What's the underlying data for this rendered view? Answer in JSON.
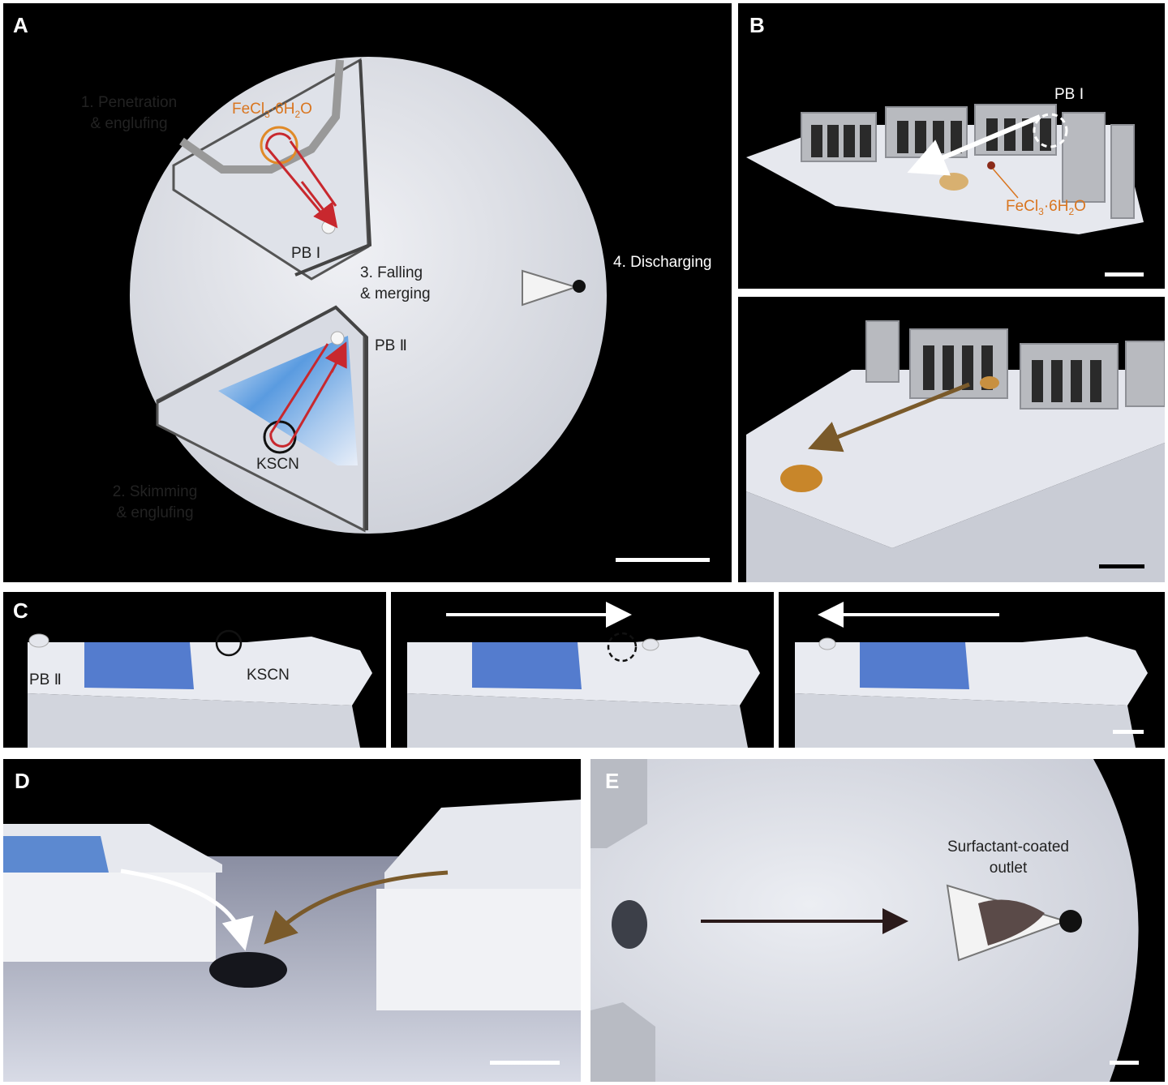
{
  "panels": {
    "A": {
      "label": "A",
      "step1": [
        "1. Penetration",
        "& englufing"
      ],
      "step2": [
        "2. Skimming",
        "& englufing"
      ],
      "step3": [
        "3. Falling",
        "& merging"
      ],
      "step4": "4. Discharging",
      "fecl3": {
        "main": "FeCl",
        "s1": "3",
        "mid": "·6H",
        "s2": "2",
        "end": "O"
      },
      "pb1": "PB Ⅰ",
      "pb2": "PB Ⅱ",
      "kscn": "KSCN"
    },
    "B": {
      "label": "B",
      "pb1": "PB Ⅰ",
      "fecl3": {
        "main": "FeCl",
        "s1": "3",
        "mid": "·6H",
        "s2": "2",
        "end": "O"
      }
    },
    "C": {
      "label": "C",
      "kscn": "KSCN",
      "pb2": "PB Ⅱ"
    },
    "D": {
      "label": "D"
    },
    "E": {
      "label": "E",
      "outlet": [
        "Surfactant-coated",
        "outlet"
      ]
    }
  },
  "colors": {
    "background": "#000000",
    "arrow_red": "#c8282e",
    "arrow_brown": "#7a5a2a",
    "annotation_orange": "#d9751f",
    "platform": "#e8eaf0",
    "blue_strip": "#3a78c8"
  }
}
